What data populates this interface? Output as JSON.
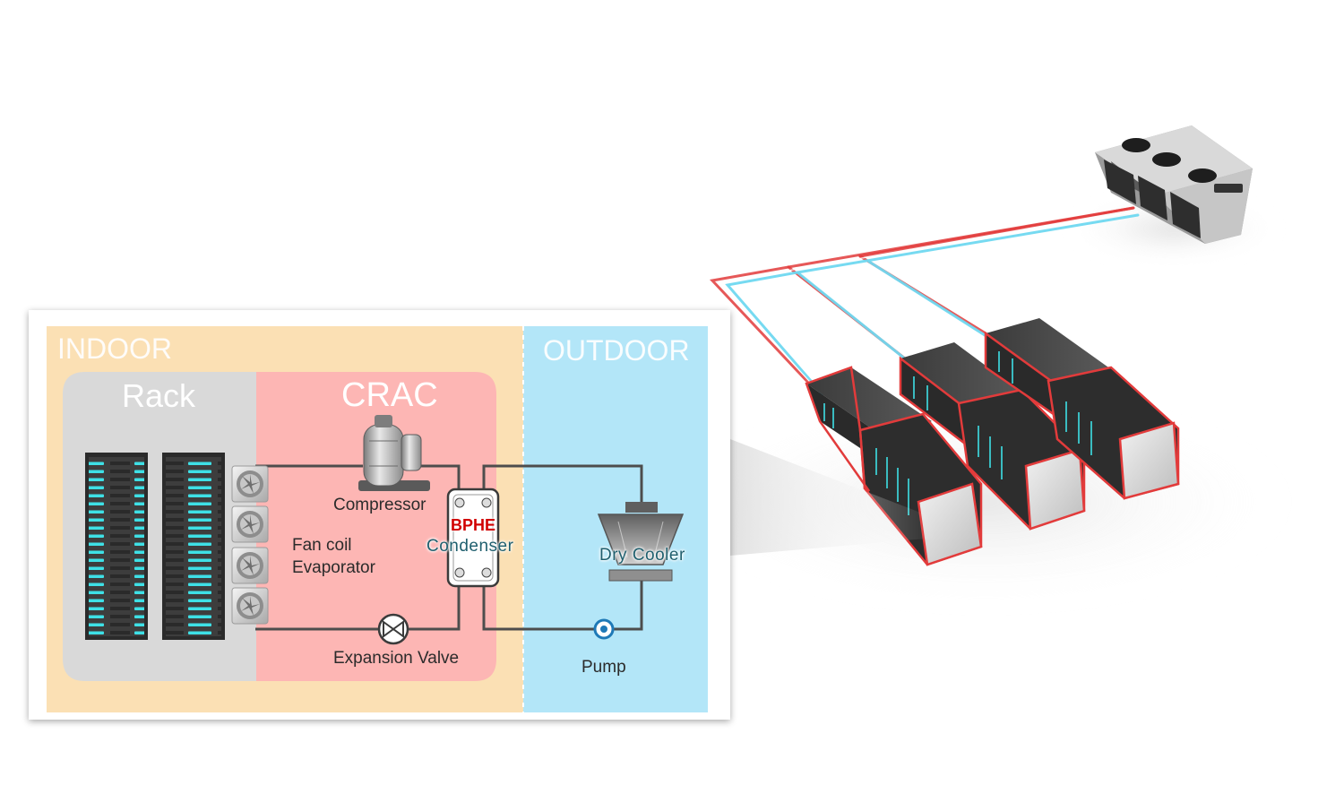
{
  "zones": {
    "indoor": "INDOOR",
    "outdoor": "OUTDOOR",
    "rack": "Rack",
    "crac": "CRAC"
  },
  "components": {
    "compressor": "Compressor",
    "fan_coil_line1": "Fan coil",
    "fan_coil_line2": "Evaporator",
    "bphe": "BPHE",
    "condenser": "Condenser",
    "dry_cooler": "Dry Cooler",
    "expansion_valve": "Expansion Valve",
    "pump": "Pump"
  },
  "colors": {
    "indoor_bg": "#fbe0b4",
    "outdoor_bg": "#b3e6f8",
    "rack_bg": "#d9d9d9",
    "crac_bg": "#fdb6b4",
    "pipe": "#4d4d4d",
    "hot_pipe": "#e23b3b",
    "cold_pipe": "#6fd8f0",
    "server_led": "#3ee0e6",
    "bphe_text": "#d10000",
    "condenser_text": "#1f5f6e"
  },
  "icons": {
    "compressor": "compressor-icon",
    "fan": "fan-icon",
    "valve": "expansion-valve-icon",
    "pump": "pump-icon",
    "heat_exchanger": "plate-heat-exchanger-icon",
    "dry_cooler": "dry-cooler-icon",
    "server_rack": "server-rack-icon"
  }
}
